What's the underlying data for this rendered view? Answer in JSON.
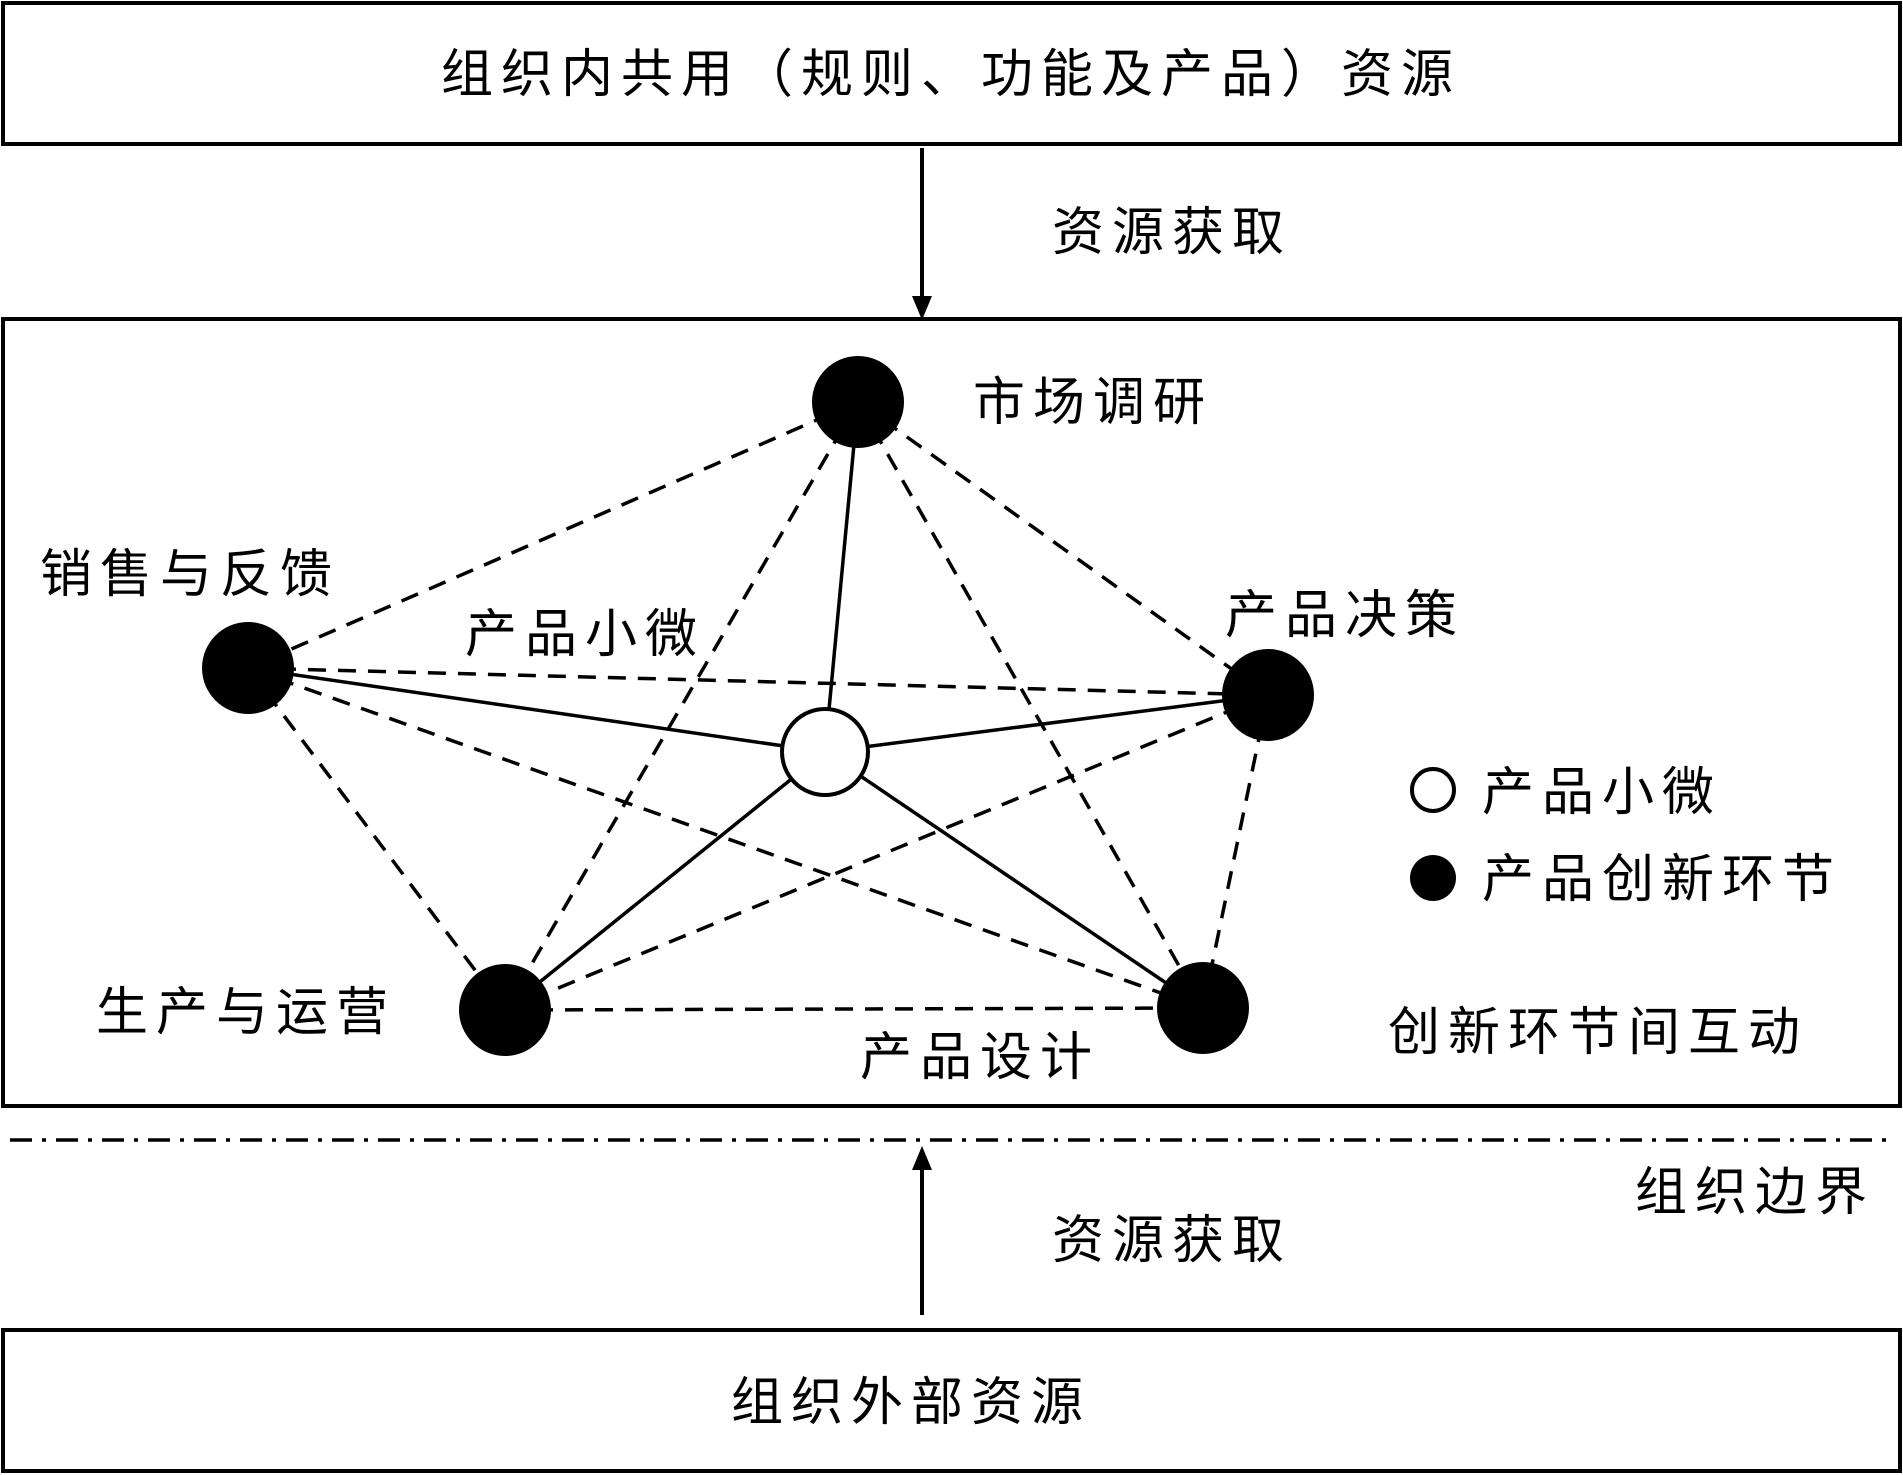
{
  "top_box": {
    "label": "组织内共用（规则、功能及产品）资源"
  },
  "bottom_box": {
    "label": "组织外部资源"
  },
  "arrow_labels": {
    "top": "资源获取",
    "bottom": "资源获取"
  },
  "boundary": {
    "label": "组织边界"
  },
  "nodes": {
    "market": "市场调研",
    "sales": "销售与反馈",
    "decision": "产品决策",
    "production": "生产与运营",
    "design": "产品设计",
    "center": "产品小微"
  },
  "legend": {
    "hollow": "产品小微",
    "filled": "产品创新环节"
  },
  "caption": "创新环节间互动"
}
